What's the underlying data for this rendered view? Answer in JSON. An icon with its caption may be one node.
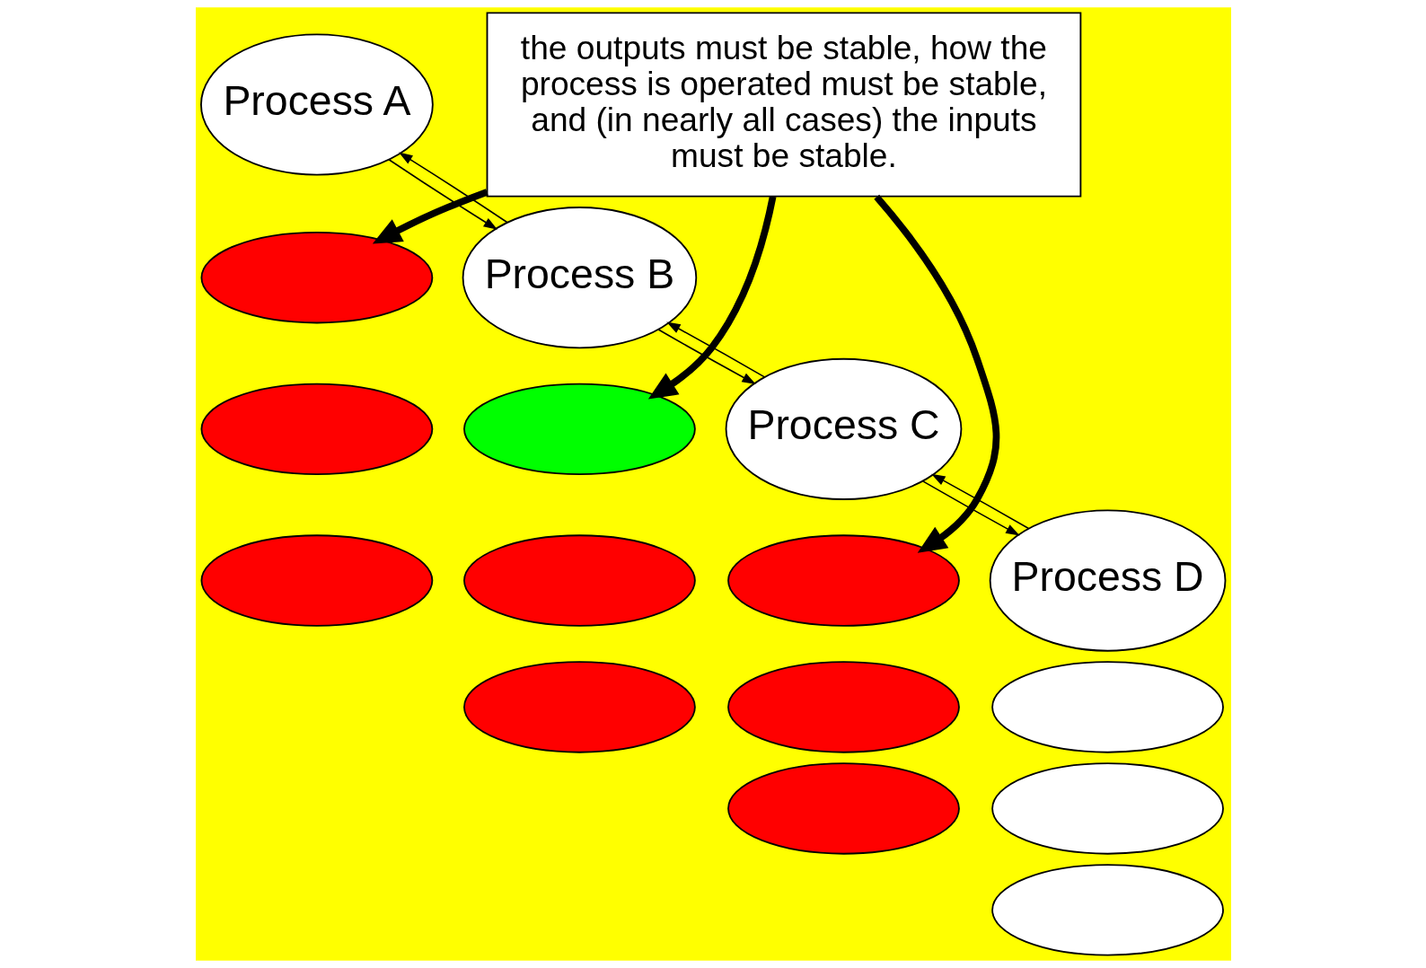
{
  "diagram": {
    "nodes": [
      {
        "text": [
          "Process A"
        ]
      },
      {
        "text": [],
        "shape": "ellipse"
      },
      {
        "text": [],
        "shape": "ellipse"
      },
      {
        "text": [],
        "shape": "ellipse"
      },
      {
        "text": [
          "Process B"
        ]
      },
      {
        "text": [],
        "shape": "ellipse"
      },
      {
        "text": [],
        "shape": "ellipse"
      },
      {
        "text": [],
        "shape": "ellipse"
      },
      {
        "text": [
          "Process C"
        ]
      },
      {
        "text": [],
        "shape": "ellipse"
      },
      {
        "text": [],
        "shape": "ellipse"
      },
      {
        "text": [],
        "shape": "ellipse"
      },
      {
        "text": [
          "Process D"
        ]
      },
      {
        "text": [],
        "shape": "ellipse"
      },
      {
        "text": [],
        "shape": "ellipse"
      },
      {
        "text": [],
        "shape": "ellipse"
      },
      {
        "text": [
          "the outputs must be stable, how the process is operated must be stable, and (in nearly all cases) the inputs must be stable."
        ]
      }
    ],
    "edges": [
      {
        "from": 0,
        "to": 4,
        "arrow": "to"
      },
      {
        "from": 4,
        "to": 0,
        "arrow": "to"
      },
      {
        "from": 4,
        "to": 8,
        "arrow": "to"
      },
      {
        "from": 8,
        "to": 4,
        "arrow": "to"
      },
      {
        "from": 8,
        "to": 12,
        "arrow": "to"
      },
      {
        "from": 12,
        "to": 8,
        "arrow": "to"
      },
      {
        "from": 16,
        "to": 1,
        "arrow": "to",
        "style": "thick"
      },
      {
        "from": 16,
        "to": 5,
        "arrow": "to",
        "style": "thick"
      },
      {
        "from": 16,
        "to": 9,
        "arrow": "to",
        "style": "thick"
      }
    ]
  }
}
